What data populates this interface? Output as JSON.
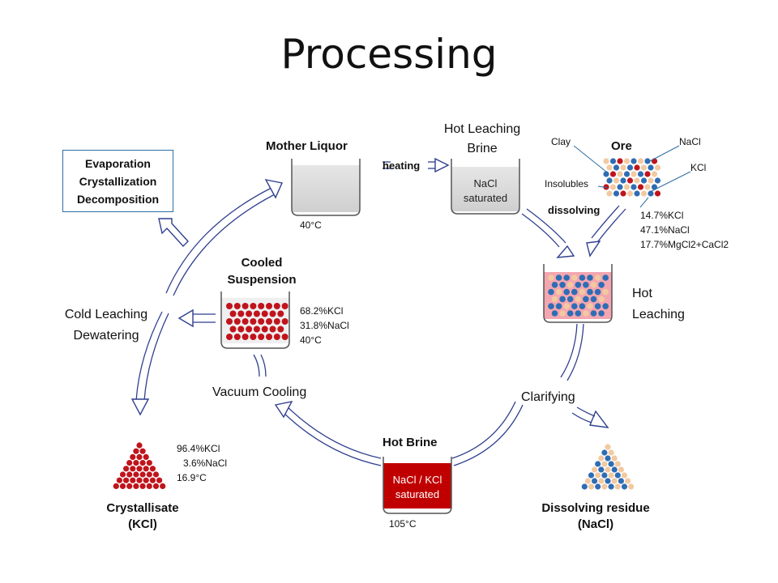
{
  "title": "Processing",
  "box": {
    "lines": [
      "Evaporation",
      "Crystallization",
      "Decomposition"
    ]
  },
  "stages": {
    "mother_liquor": {
      "label": "Mother Liquor",
      "temp": "40°C"
    },
    "heating": "heating",
    "hot_leaching_brine": {
      "label_lines": [
        "Hot Leaching",
        "Brine"
      ],
      "content_lines": [
        "NaCl",
        "saturated"
      ]
    },
    "ore": {
      "label": "Ore",
      "callouts": [
        "Clay",
        "NaCl",
        "KCl",
        "Insolubles"
      ],
      "dissolving": "dissolving",
      "composition": [
        "14.7%KCl",
        "47.1%NaCl",
        "17.7%MgCl2+CaCl2"
      ]
    },
    "hot_leaching": {
      "label_lines": [
        "Hot",
        "Leaching"
      ]
    },
    "clarifying": "Clarifying",
    "dissolving_residue": {
      "label_lines": [
        "Dissolving residue",
        "(NaCl)"
      ]
    },
    "hot_brine": {
      "label": "Hot Brine",
      "content_lines": [
        "NaCl / KCl",
        "saturated"
      ],
      "temp": "105°C"
    },
    "vacuum_cooling": "Vacuum Cooling",
    "cooled_suspension": {
      "label_lines": [
        "Cooled",
        "Suspension"
      ],
      "composition": [
        "68.2%KCl",
        "31.8%NaCl",
        "40°C"
      ]
    },
    "cold_leaching": {
      "label_lines": [
        "Cold Leaching",
        "Dewatering"
      ]
    },
    "crystallisate": {
      "label_lines": [
        "Crystallisate",
        "(KCl)"
      ],
      "composition": [
        "96.4%KCl",
        "3.6%NaCl",
        "16.9°C"
      ]
    }
  },
  "colors": {
    "arrow_stroke": "#2f3f8f",
    "kcl_red": "#c0141c",
    "nacl_beige": "#f2c9a0",
    "nacl_blue": "#2e6db4",
    "liquid_grey": "#d9d9d9",
    "hot_leach_pink": "#f4a6b0",
    "hot_brine_red": "#c00000",
    "box_border": "#2e6da4"
  }
}
